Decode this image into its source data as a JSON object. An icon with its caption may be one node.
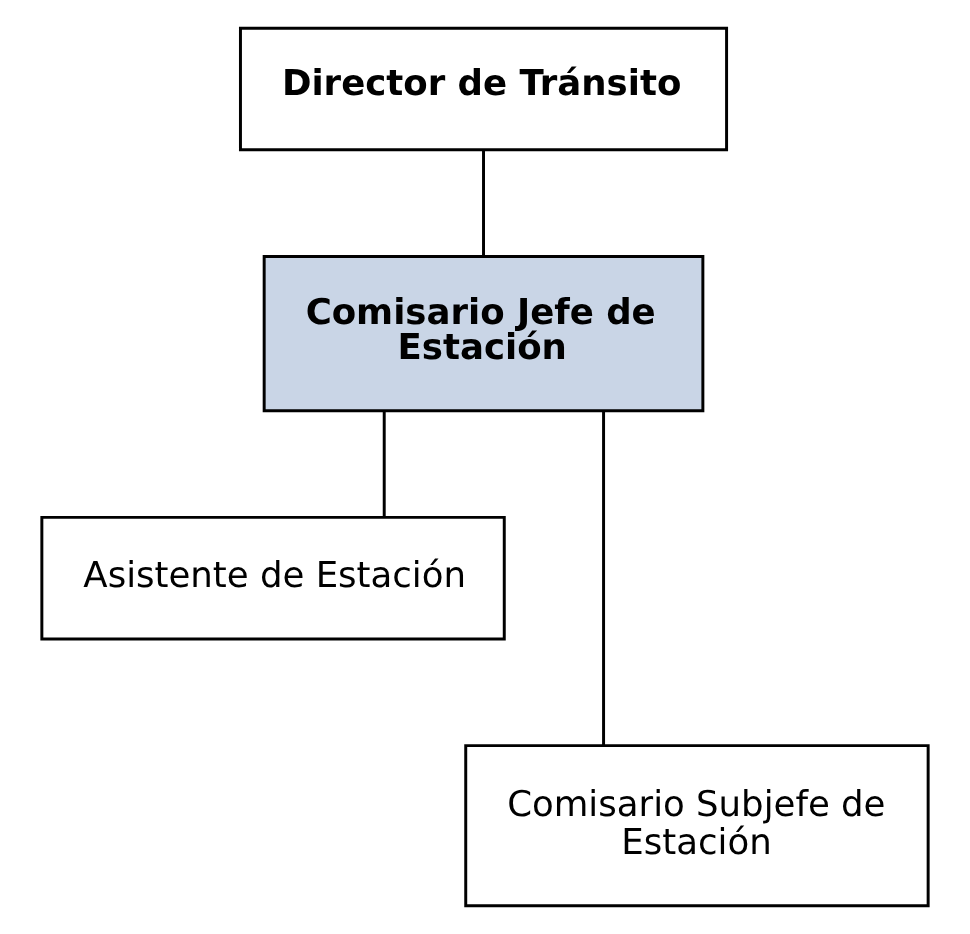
{
  "diagram": {
    "nodes": [
      {
        "text": [
          "Director de Tránsito"
        ]
      },
      {
        "text": [
          "Comisario Jefe de Estación"
        ]
      },
      {
        "text": [
          "Asistente de Estación"
        ]
      },
      {
        "text": [
          "Comisario Subjefe de Estación"
        ]
      }
    ],
    "edges": [
      {
        "from": 0,
        "to": 1,
        "arrow": "none"
      },
      {
        "from": 1,
        "to": 2,
        "arrow": "none"
      },
      {
        "from": 1,
        "to": 3,
        "arrow": "none"
      }
    ]
  }
}
